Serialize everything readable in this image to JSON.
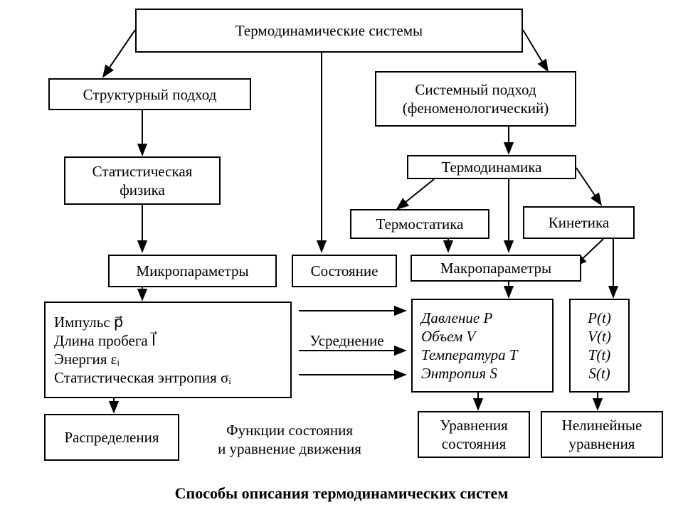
{
  "title": "Термодинамические системы",
  "structural": "Структурный подход",
  "systemic": {
    "line1": "Системный подход",
    "line2": "(феноменологический)"
  },
  "stat_physics": {
    "line1": "Статистическая",
    "line2": "физика"
  },
  "thermodynamics": "Термодинамика",
  "thermostatics": "Термостатика",
  "kinetics": "Кинетика",
  "microparameters": "Микропараметры",
  "state": "Состояние",
  "macroparameters": "Макропараметры",
  "micro_list": [
    "Импульс p⃗",
    "Длина пробега l⃗",
    "Энергия εᵢ",
    "Статистическая энтропия σᵢ"
  ],
  "averaging": "Усреднение",
  "macro_list": [
    "Давление P",
    "Объем V",
    "Температура T",
    "Энтропия S"
  ],
  "time_list": [
    "P(t)",
    "V(t)",
    "T(t)",
    "S(t)"
  ],
  "distributions": "Распределения",
  "functions": {
    "line1": "Функции состояния",
    "line2": "и уравнение движения"
  },
  "state_eq": {
    "line1": "Уравнения",
    "line2": "состояния"
  },
  "nonlinear_eq": {
    "line1": "Нелинейные",
    "line2": "уравнения"
  },
  "caption": "Способы описания термодинамических систем"
}
